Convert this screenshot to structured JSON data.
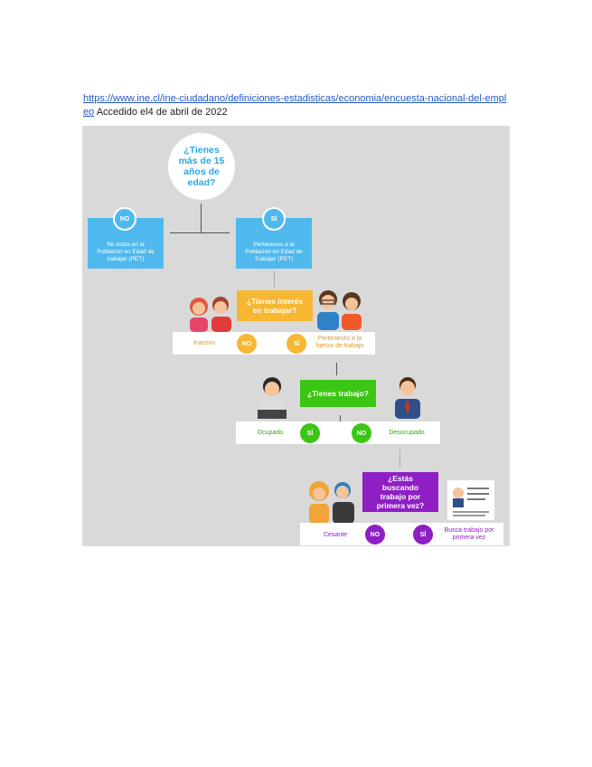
{
  "caption": {
    "url": "https://www.ine.cl/ine-ciudadano/definiciones-estadisticas/economia/encuesta-nacional-del-empleo",
    "accessed": " Accedido el4 de abril de 2022"
  },
  "colors": {
    "panel_bg": "#d9d9d9",
    "blue": "#4fb9ee",
    "orange": "#f7b733",
    "green": "#3cc614",
    "purple": "#8e1fc4"
  },
  "flow": {
    "q1": "¿Tienes más de 15 años de edad?",
    "no1_badge": "NO",
    "no1_text": "No estás en la Población en Edad de trabajar (PET)",
    "si1_badge": "SÍ",
    "si1_text": "Perteneces a la Población en Edad de Trabajar (PET)",
    "q2": "¿Tienes interés en trabajar?",
    "q2_no_label": "Inactivo",
    "q2_no_badge": "NO",
    "q2_si_badge": "SÍ",
    "q2_si_label": "Perteneces a la fuerza de trabajo",
    "q3": "¿Tienes trabajo?",
    "q3_si_label": "Ocupado",
    "q3_si_badge": "SÍ",
    "q3_no_badge": "NO",
    "q3_no_label": "Desocupado",
    "q4": "¿Estás buscando trabajo por primera vez?",
    "q4_no_label": "Cesante",
    "q4_no_badge": "NO",
    "q4_si_badge": "SÍ",
    "q4_si_label": "Busca trabajo por primera vez"
  }
}
